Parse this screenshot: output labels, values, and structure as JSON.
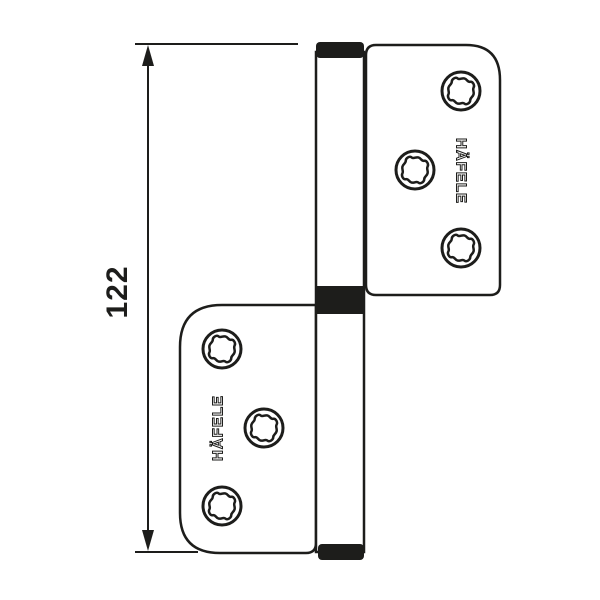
{
  "drawing": {
    "title": "Lift-off hinge technical drawing",
    "colors": {
      "line": "#1d1d1b",
      "fill": "#ffffff",
      "cap": "#1d1d1b"
    }
  },
  "dimension": {
    "label": "122",
    "unit_implied": "mm",
    "orientation": "vertical"
  },
  "upper_leaf": {
    "brand": "HÄFELE",
    "screw_count": 3,
    "screw_type": "torx-countersunk"
  },
  "lower_leaf": {
    "brand": "HÄFELE",
    "screw_count": 3,
    "screw_type": "torx-countersunk"
  },
  "knuckle": {
    "caps": [
      "top",
      "middle",
      "bottom"
    ]
  }
}
